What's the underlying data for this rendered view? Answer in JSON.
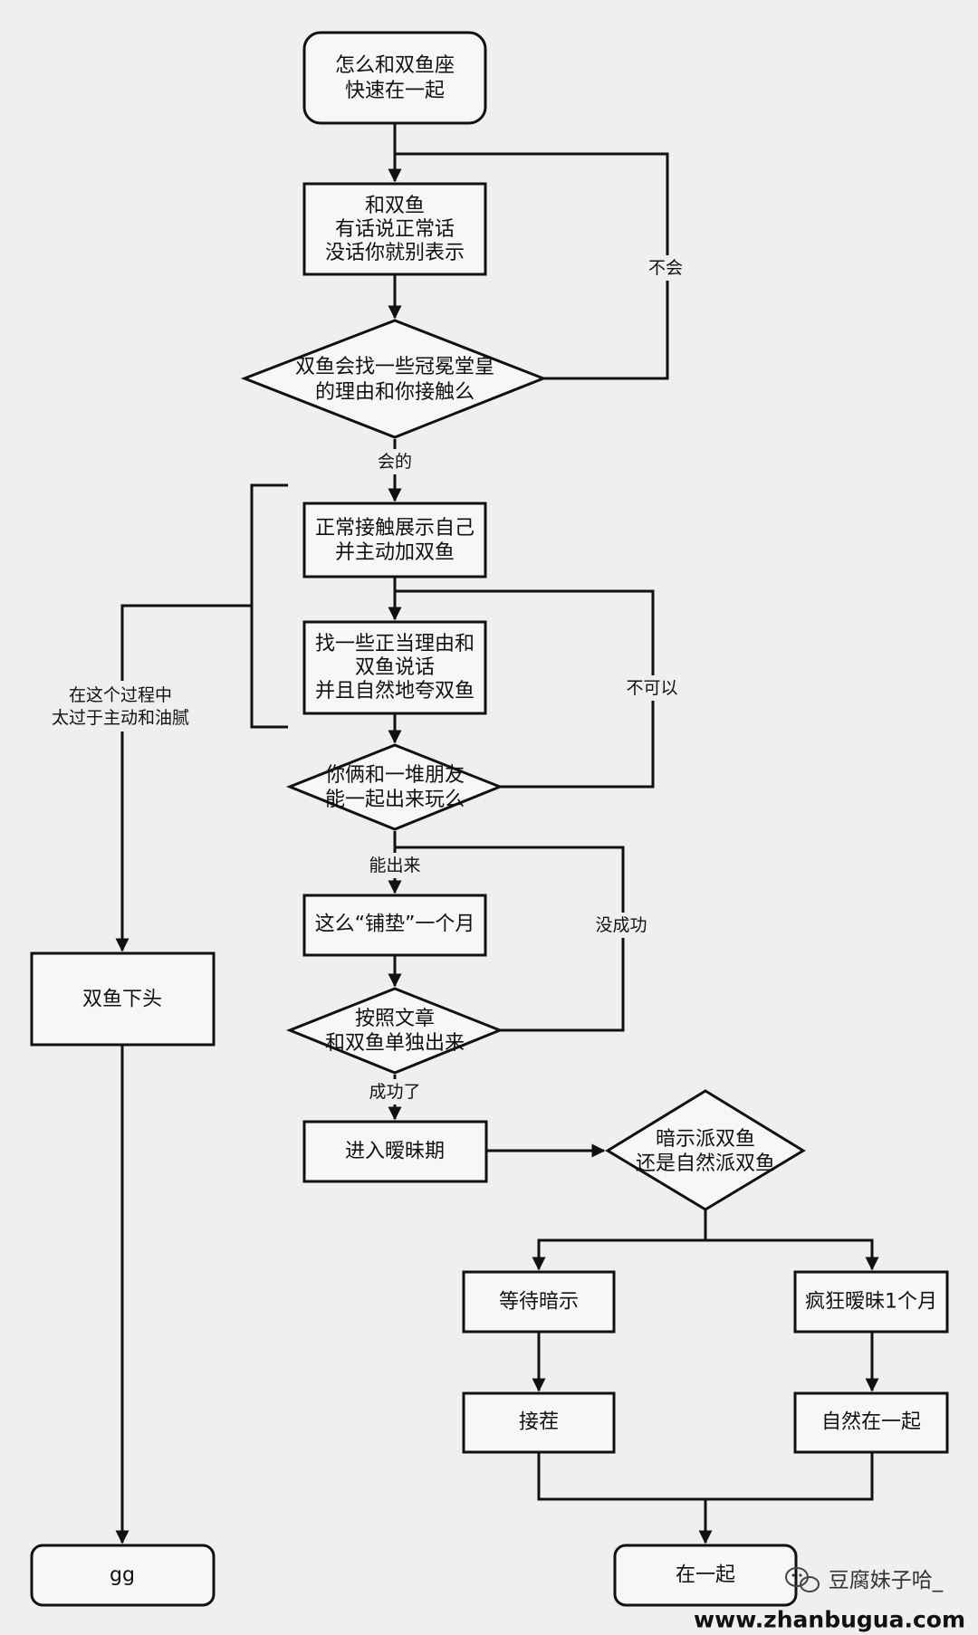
{
  "nodes": {
    "start": [
      "怎么和双鱼座",
      "快速在一起"
    ],
    "talk": [
      "和双鱼",
      "有话说正常话",
      "没话你就别表示"
    ],
    "q1": [
      "双鱼会找一些冠冕堂皇",
      "的理由和你接触么"
    ],
    "show": [
      "正常接触展示自己",
      "并主动加双鱼"
    ],
    "reason": [
      "找一些正当理由和",
      "双鱼说话",
      "并且自然地夸双鱼"
    ],
    "q2": [
      "你俩和一堆朋友",
      "能一起出来玩么"
    ],
    "pave": [
      "这么“铺垫”一个月"
    ],
    "q3": [
      "按照文章",
      "和双鱼单独出来"
    ],
    "ambig": [
      "进入暧昧期"
    ],
    "q4": [
      "暗示派双鱼",
      "还是自然派双鱼"
    ],
    "wait": [
      "等待暗示"
    ],
    "crazy": [
      "疯狂暧昧1个月"
    ],
    "catch": [
      "接茬"
    ],
    "natural": [
      "自然在一起"
    ],
    "together": [
      "在一起"
    ],
    "lose": [
      "双鱼下头"
    ],
    "gg": [
      "gg"
    ]
  },
  "edge_labels": {
    "no_will": "不会",
    "yes_will": "会的",
    "cannot": "不可以",
    "too_active": [
      "在这个过程中",
      "太过于主动和油腻"
    ],
    "can_go": "能出来",
    "failed": "没成功",
    "success": "成功了"
  },
  "watermark": {
    "icon": "wechat-icon",
    "account": "豆腐妹子哈_",
    "url": "www.zhanbugua.com"
  }
}
